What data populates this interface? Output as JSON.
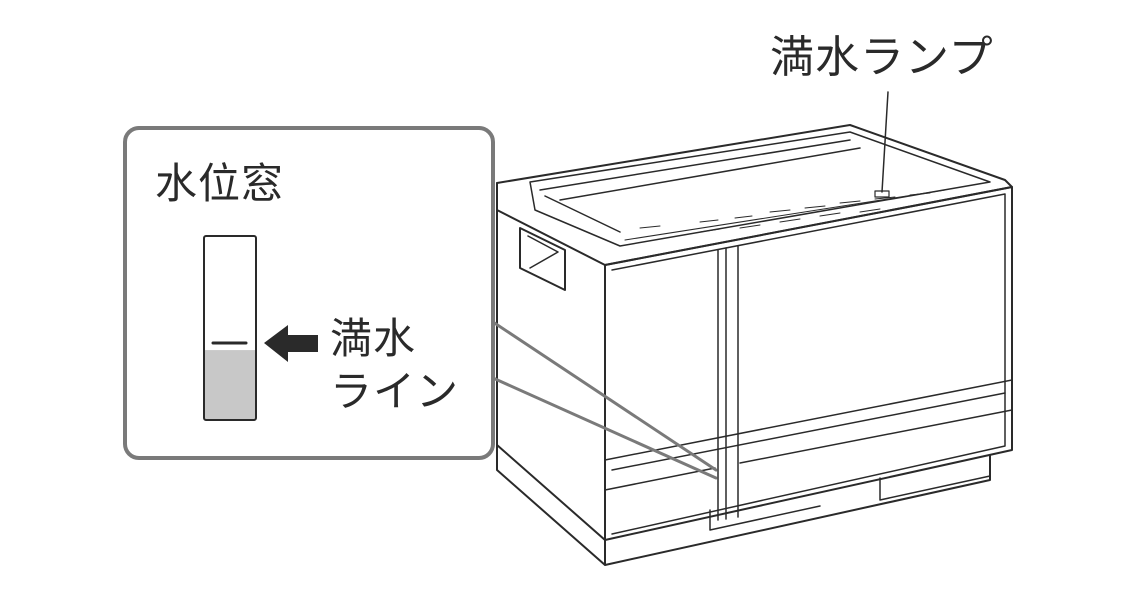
{
  "labels": {
    "full_lamp": "満水ランプ",
    "water_window": "水位窓",
    "full_line_1": "満水",
    "full_line_2": "ライン"
  },
  "gauge": {
    "water_level": 0.38,
    "water_color": "#c8c8c8"
  },
  "colors": {
    "stroke": "#2a2a2a",
    "callout_border": "#7a7a7a",
    "background": "#ffffff"
  }
}
